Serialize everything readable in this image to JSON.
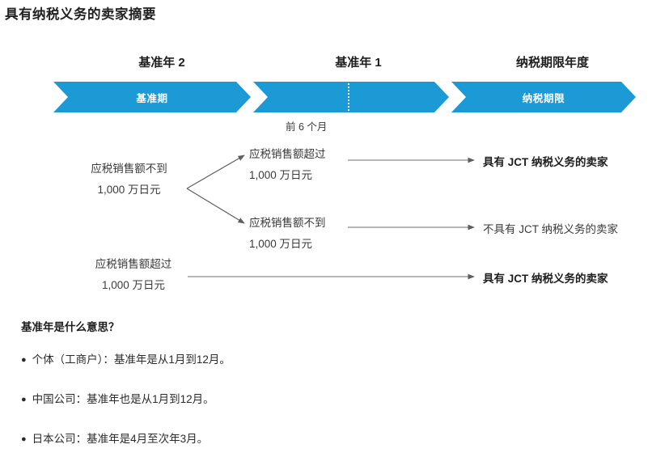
{
  "title": "具有纳税义务的卖家摘要",
  "colors": {
    "chevron_blue": "#1B9AD6",
    "text_dark": "#1D1D1D",
    "text_body": "#3A3A3A",
    "line_gray": "#8A8A8A"
  },
  "timeline": {
    "periods": [
      {
        "header": "基准年 2",
        "band_label": "基准期"
      },
      {
        "header": "基准年 1",
        "band_label": ""
      },
      {
        "header": "纳税期限年度",
        "band_label": "纳税期限"
      }
    ],
    "sub_label": "前 6 个月"
  },
  "tree": {
    "root": {
      "line1": "应税销售额不到",
      "line2": "1,000 万日元"
    },
    "branch_up": {
      "line1": "应税销售额超过",
      "line2": "1,000 万日元"
    },
    "branch_down": {
      "line1": "应税销售额不到",
      "line2": "1,000 万日元"
    },
    "bottom_node": {
      "line1": "应税销售额超过",
      "line2": "1,000 万日元"
    },
    "outcomes": [
      {
        "label": "具有 JCT 纳税义务的卖家",
        "emphasis": "bold"
      },
      {
        "label": "不具有 JCT 纳税义务的卖家",
        "emphasis": "normal"
      },
      {
        "label": "具有 JCT 纳税义务的卖家",
        "emphasis": "bold"
      }
    ]
  },
  "prose": {
    "heading": "基准年是什么意思？",
    "bullet_marker": "●",
    "bullets": [
      "个体（工商户）：基准年是从1月到12月。",
      "中国公司：基准年也是从1月到12月。",
      "日本公司：基准年是4月至次年3月。"
    ]
  }
}
